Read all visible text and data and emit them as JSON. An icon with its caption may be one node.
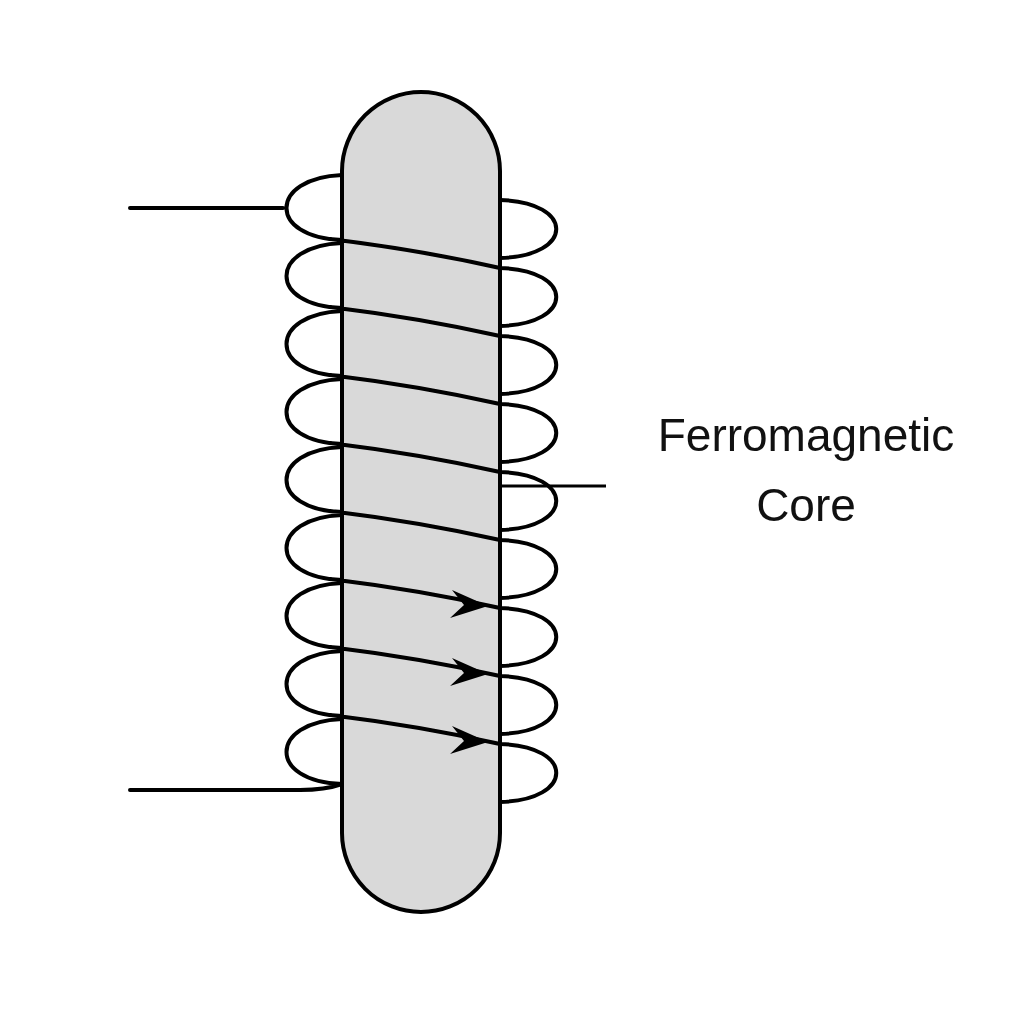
{
  "diagram": {
    "nodes": [
      {
        "text": [
          "Ferromagnetic Core"
        ]
      },
      {
        "text": [],
        "shape": "bar"
      }
    ],
    "edges": [
      {
        "from": 0,
        "to": 1,
        "arrow": "none"
      }
    ]
  }
}
